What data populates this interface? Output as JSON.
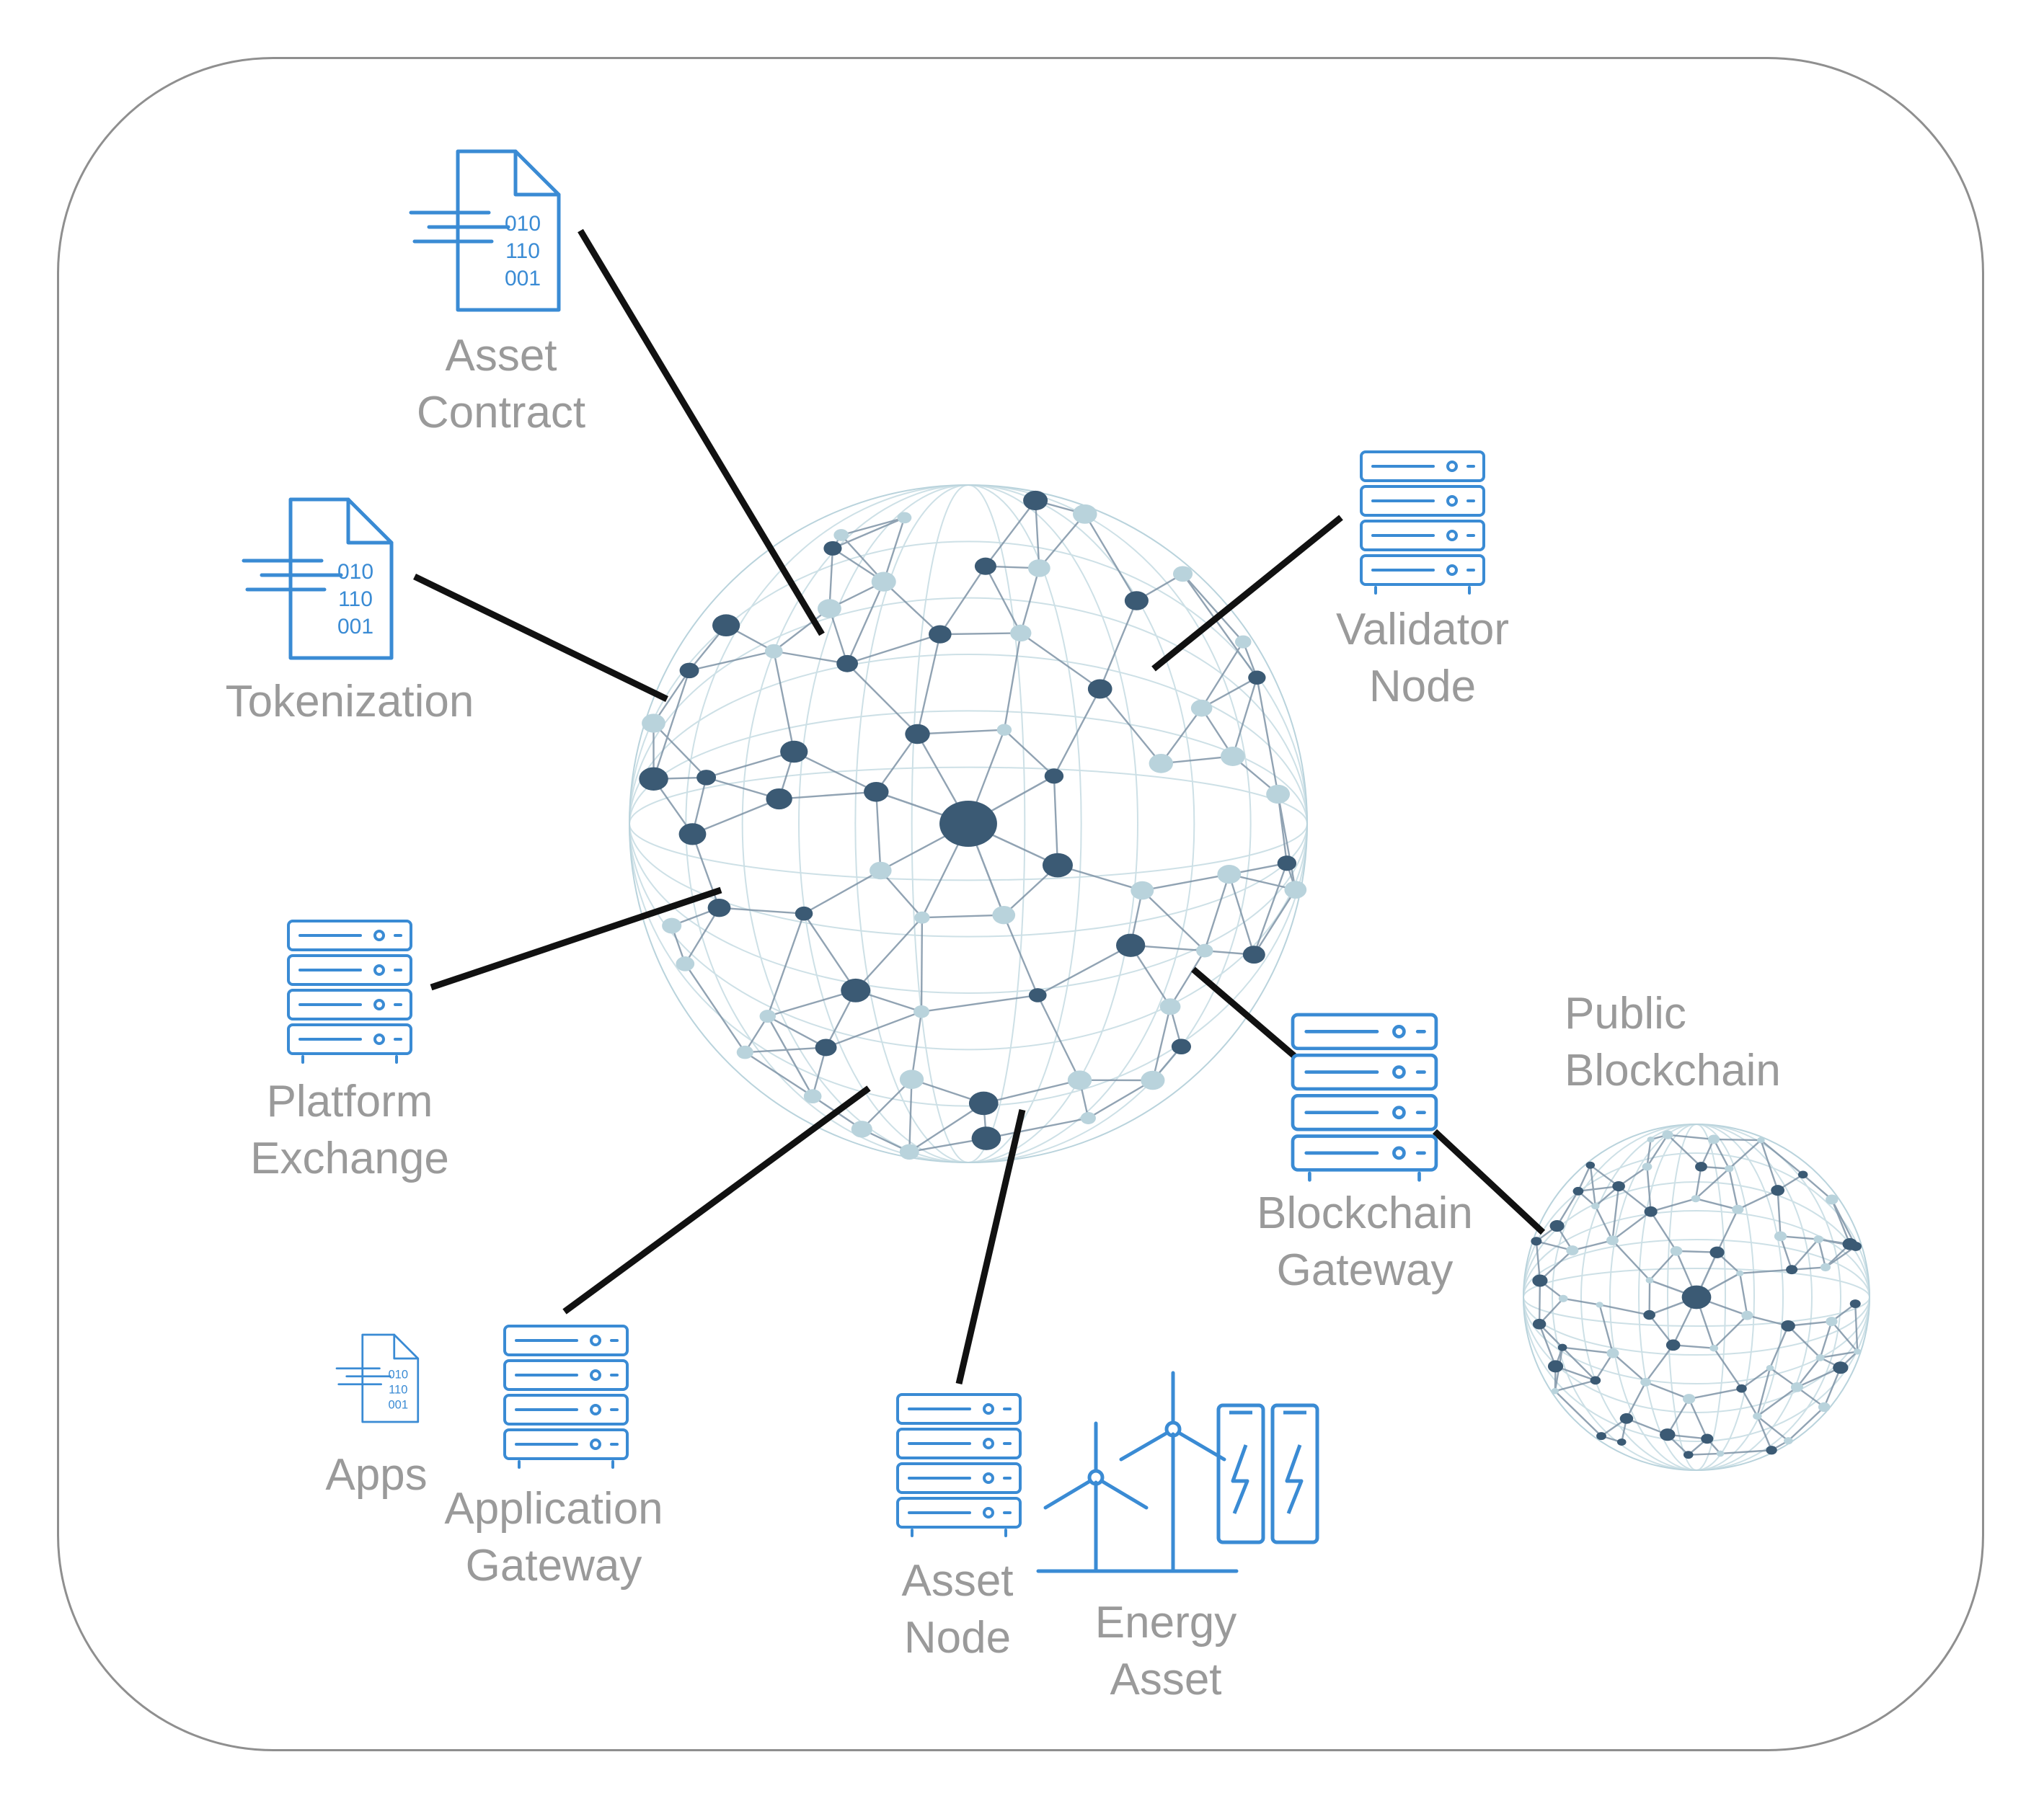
{
  "colors": {
    "icon": "#3a8bd4",
    "connector": "#111111",
    "label": "#9a9a9a",
    "node_dark": "#3b5a74",
    "node_light": "#b9d3dc",
    "mesh_line": "#7e93a6",
    "frame": "#8f8f8f"
  },
  "icons": {
    "document": "binary-document-icon",
    "server": "server-rack-icon",
    "wind": "wind-turbine-icon",
    "battery": "battery-icon",
    "globe": "network-globe-icon"
  },
  "binary_lines": [
    "010",
    "110",
    "001"
  ],
  "labels": {
    "asset_contract": [
      "Asset",
      "Contract"
    ],
    "tokenization": [
      "Tokenization"
    ],
    "platform_exchange": [
      "Platform",
      "Exchange"
    ],
    "apps": [
      "Apps"
    ],
    "application_gateway": [
      "Application",
      "Gateway"
    ],
    "asset_node": [
      "Asset",
      "Node"
    ],
    "energy_asset": [
      "Energy",
      "Asset"
    ],
    "validator_node": [
      "Validator",
      "Node"
    ],
    "blockchain_gateway": [
      "Blockchain",
      "Gateway"
    ],
    "public_blockchain": [
      "Public",
      "Blockchain"
    ]
  }
}
